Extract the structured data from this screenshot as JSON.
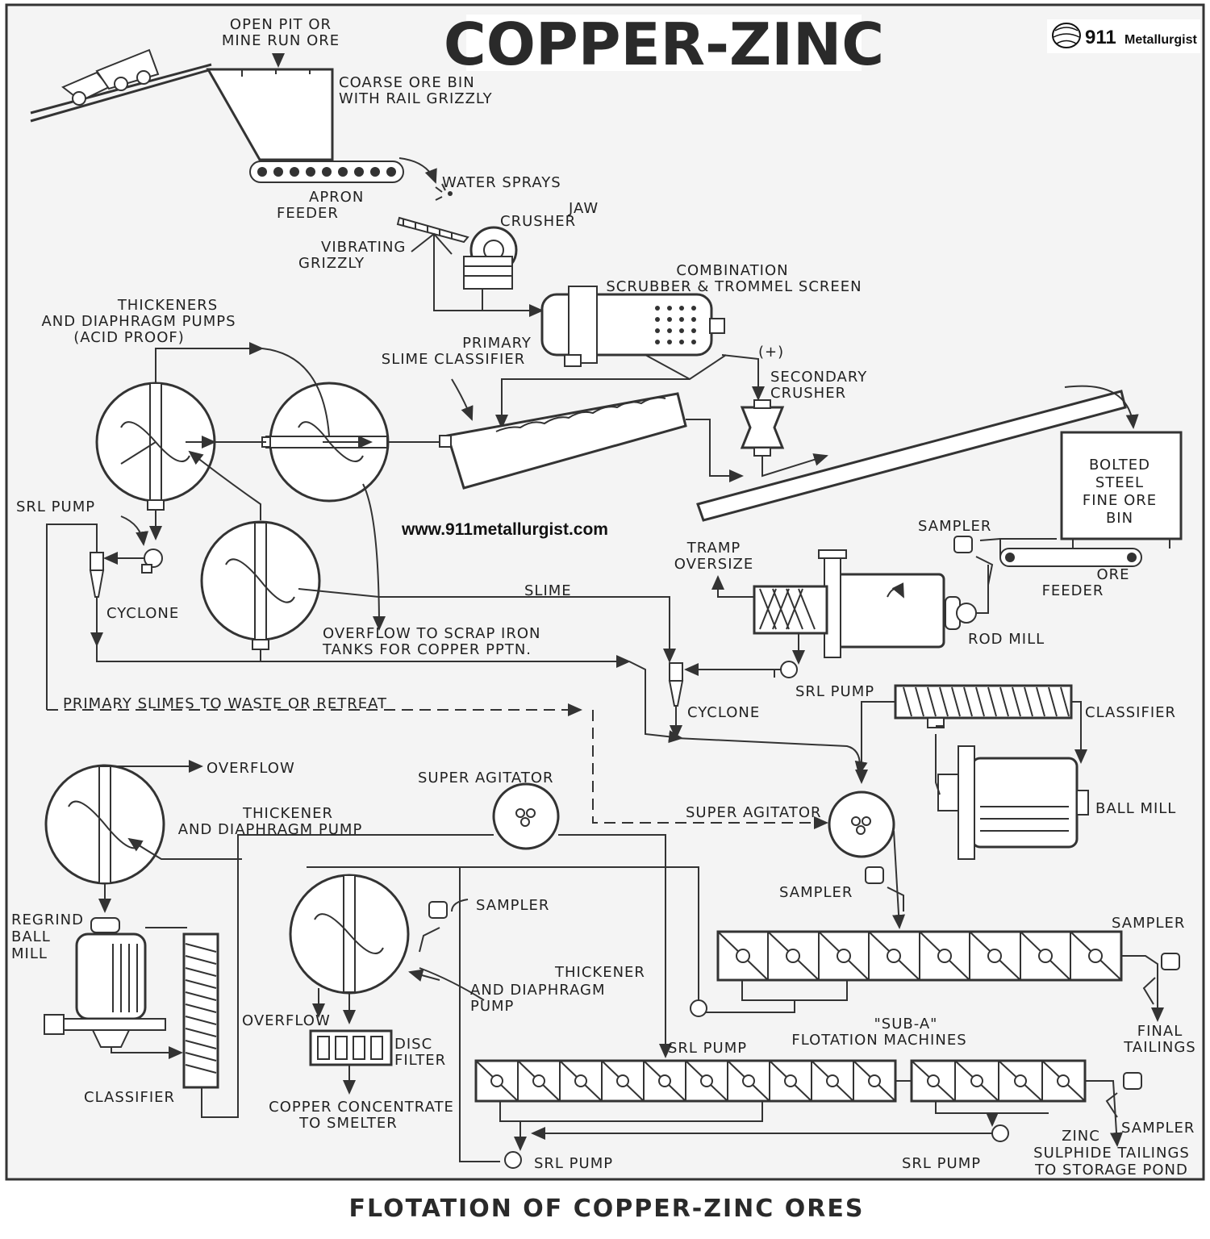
{
  "title": "COPPER-ZINC",
  "caption": "FLOTATION OF COPPER-ZINC ORES",
  "website": "www.911metallurgist.com",
  "brand": {
    "number": "911",
    "name": "Metallurgist"
  },
  "labels": {
    "ore_source": [
      "OPEN PIT OR",
      "MINE RUN ORE"
    ],
    "coarse_bin": [
      "COARSE ORE BIN",
      "WITH RAIL GRIZZLY"
    ],
    "water_sprays": "WATER SPRAYS",
    "apron_feeder": [
      "APRON",
      "FEEDER"
    ],
    "jaw_crusher": [
      "JAW",
      "CRUSHER"
    ],
    "vibrating_grizzly": [
      "VIBRATING",
      "GRIZZLY"
    ],
    "scrubber": [
      "COMBINATION",
      "SCRUBBER & TROMMEL SCREEN"
    ],
    "thickeners_acid": [
      "THICKENERS",
      "AND DIAPHRAGM PUMPS",
      "(ACID PROOF)"
    ],
    "primary_classifier": [
      "PRIMARY",
      "SLIME CLASSIFIER"
    ],
    "plus_sign": "(+)",
    "secondary_crusher": [
      "SECONDARY",
      "CRUSHER"
    ],
    "fine_ore_bin": [
      "BOLTED",
      "STEEL",
      "FINE ORE",
      "BIN"
    ],
    "srl_pump_top": "SRL PUMP",
    "sampler_top": "SAMPLER",
    "tramp_oversize": [
      "TRAMP",
      "OVERSIZE"
    ],
    "ore_feeder": [
      "ORE",
      "FEEDER"
    ],
    "cyclone_left": "CYCLONE",
    "slime": "SLIME",
    "overflow_scrap": [
      "OVERFLOW TO SCRAP IRON",
      "TANKS FOR COPPER  PPTN."
    ],
    "rod_mill": "ROD MILL",
    "srl_pump_mid": "SRL PUMP",
    "primary_slimes": "PRIMARY  SLIMES  TO  WASTE  OR  RETREAT",
    "cyclone_mid": "CYCLONE",
    "classifier_right": "CLASSIFIER",
    "overflow_left": "OVERFLOW",
    "super_agitator_1": "SUPER  AGITATOR",
    "super_agitator_2": "SUPER  AGITATOR",
    "thickener_left": [
      "THICKENER",
      "AND DIAPHRAGM PUMP"
    ],
    "ball_mill": "BALL  MILL",
    "regrind": [
      "REGRIND",
      "BALL",
      "MILL"
    ],
    "sampler_mid": "SAMPLER",
    "sampler_cu": "SAMPLER",
    "sampler_right": "SAMPLER",
    "thickener_cu": [
      "THICKENER",
      "AND DIAPHRAGM",
      "PUMP"
    ],
    "overflow_cu": "OVERFLOW",
    "disc_filter": [
      "DISC",
      "FILTER"
    ],
    "sub_a": [
      "\"SUB-A\"",
      "FLOTATION  MACHINES"
    ],
    "final_tailings": [
      "FINAL",
      "TAILINGS"
    ],
    "srl_pump_flot": "SRL PUMP",
    "classifier_left": "CLASSIFIER",
    "copper_conc": [
      "COPPER  CONCENTRATE",
      "TO  SMELTER"
    ],
    "sampler_bottom": "SAMPLER",
    "zinc_tailings": [
      "ZINC",
      "SULPHIDE TAILINGS",
      "TO STORAGE POND"
    ],
    "srl_pump_bl": "SRL  PUMP",
    "srl_pump_br": "SRL  PUMP"
  }
}
